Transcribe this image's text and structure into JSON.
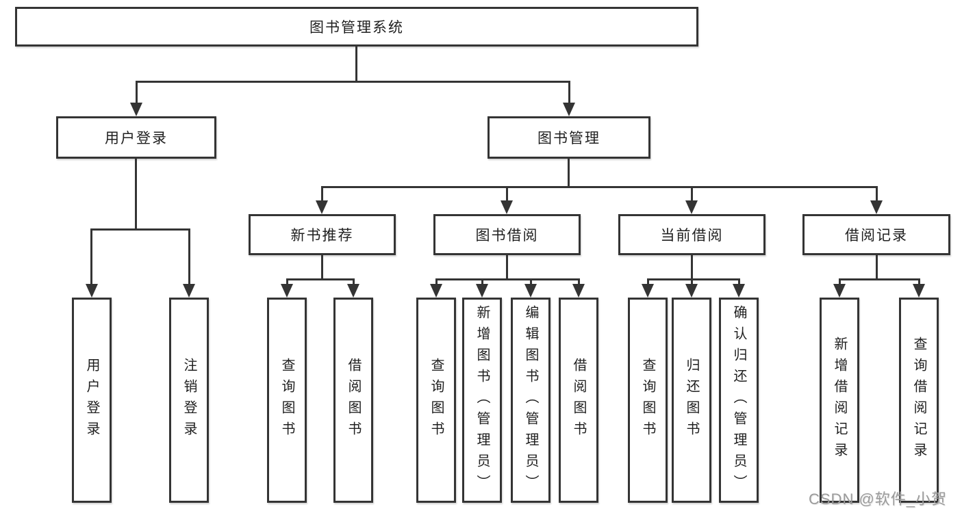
{
  "diagram": {
    "title": "图书管理系统",
    "level2": [
      {
        "label": "用户登录",
        "leaves": [
          "用户登录",
          "注销登录"
        ]
      },
      {
        "label": "图书管理"
      }
    ],
    "categories": [
      {
        "label": "新书推荐",
        "leaves": [
          "查询图书",
          "借阅图书"
        ]
      },
      {
        "label": "图书借阅",
        "leaves": [
          "查询图书",
          "新增图书（管理员）",
          "编辑图书（管理员）",
          "借阅图书"
        ]
      },
      {
        "label": "当前借阅",
        "leaves": [
          "查询图书",
          "归还图书",
          "确认归还（管理员）"
        ]
      },
      {
        "label": "借阅记录",
        "leaves": [
          "新增借阅记录",
          "查询借阅记录"
        ]
      }
    ],
    "watermark": "CSDN @软件_小贺同学",
    "colors": {
      "line": "#343434",
      "text": "#1f1f1f",
      "watermark": "#9b9b9b",
      "background": "#ffffff"
    }
  }
}
